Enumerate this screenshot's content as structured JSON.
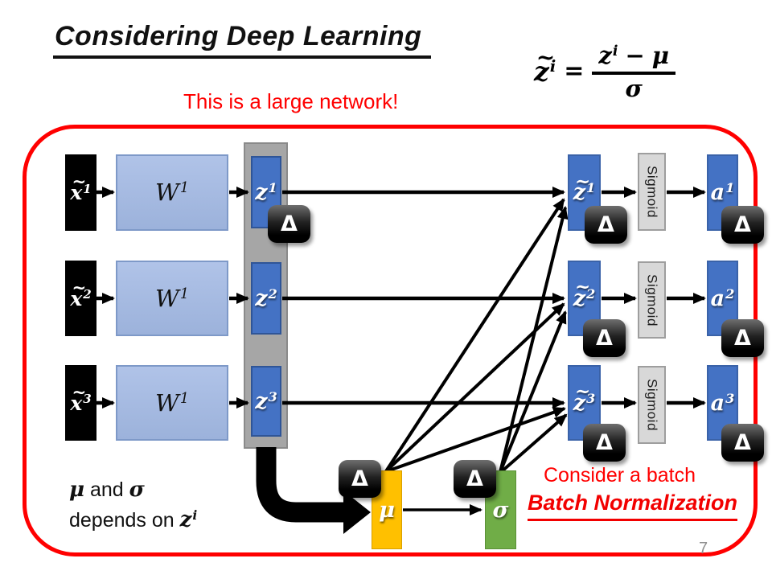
{
  "title": "Considering Deep Learning",
  "note": "This is a large network!",
  "formula": {
    "lhs": {
      "tilde": "~",
      "base": "z",
      "sup": "i"
    },
    "eq": "=",
    "num": {
      "base": "z",
      "sup": "i",
      "minus": "−",
      "mu": "μ"
    },
    "den": "σ"
  },
  "rows": [
    {
      "input": {
        "tilde": "~",
        "base": "x",
        "sup": "1"
      },
      "weight": {
        "base": "W",
        "sup": "1"
      },
      "z": {
        "base": "z",
        "sup": "1"
      },
      "znorm": {
        "tilde": "~",
        "base": "z",
        "sup": "1"
      },
      "activation": "Sigmoid",
      "a": {
        "base": "a",
        "sup": "1"
      }
    },
    {
      "input": {
        "tilde": "~",
        "base": "x",
        "sup": "2"
      },
      "weight": {
        "base": "W",
        "sup": "1"
      },
      "z": {
        "base": "z",
        "sup": "2"
      },
      "znorm": {
        "tilde": "~",
        "base": "z",
        "sup": "2"
      },
      "activation": "Sigmoid",
      "a": {
        "base": "a",
        "sup": "2"
      }
    },
    {
      "input": {
        "tilde": "~",
        "base": "x",
        "sup": "3"
      },
      "weight": {
        "base": "W",
        "sup": "1"
      },
      "z": {
        "base": "z",
        "sup": "3"
      },
      "znorm": {
        "tilde": "~",
        "base": "z",
        "sup": "3"
      },
      "activation": "Sigmoid",
      "a": {
        "base": "a",
        "sup": "3"
      }
    }
  ],
  "delta": "Δ",
  "stats": {
    "mu": "μ",
    "sigma": "σ"
  },
  "caption": {
    "mu": "μ",
    "and": "and",
    "sigma": "σ",
    "depends": "depends on",
    "z": {
      "base": "z",
      "sup": "i"
    }
  },
  "batch_note": "Consider a batch",
  "batch_norm": "Batch Normalization",
  "page_number": "7",
  "colors": {
    "node_blue": "#4472C4",
    "weight_blue": "#A9BEE4",
    "strip_gray": "#A6A6A6",
    "sigmoid_gray": "#D9D9D9",
    "mu_orange": "#FFC000",
    "sigma_green": "#70AD47",
    "accent_red": "#FF0000",
    "delta_black": "#000000"
  }
}
